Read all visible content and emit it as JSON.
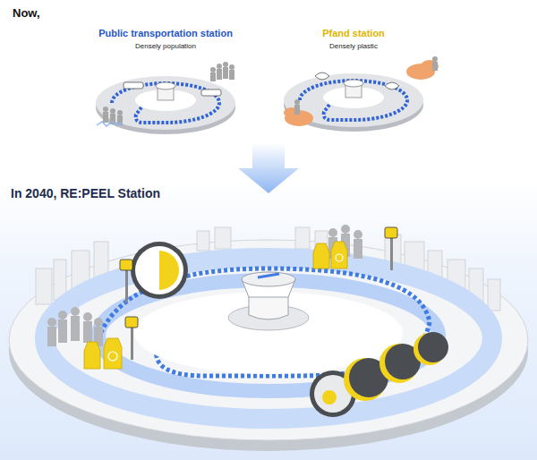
{
  "diagram": {
    "labels": [
      "Now,",
      "Public transportation station",
      "Densely population",
      "Pfand station",
      "Densely plastic",
      "In 2040, RE:PEEL Station"
    ]
  }
}
